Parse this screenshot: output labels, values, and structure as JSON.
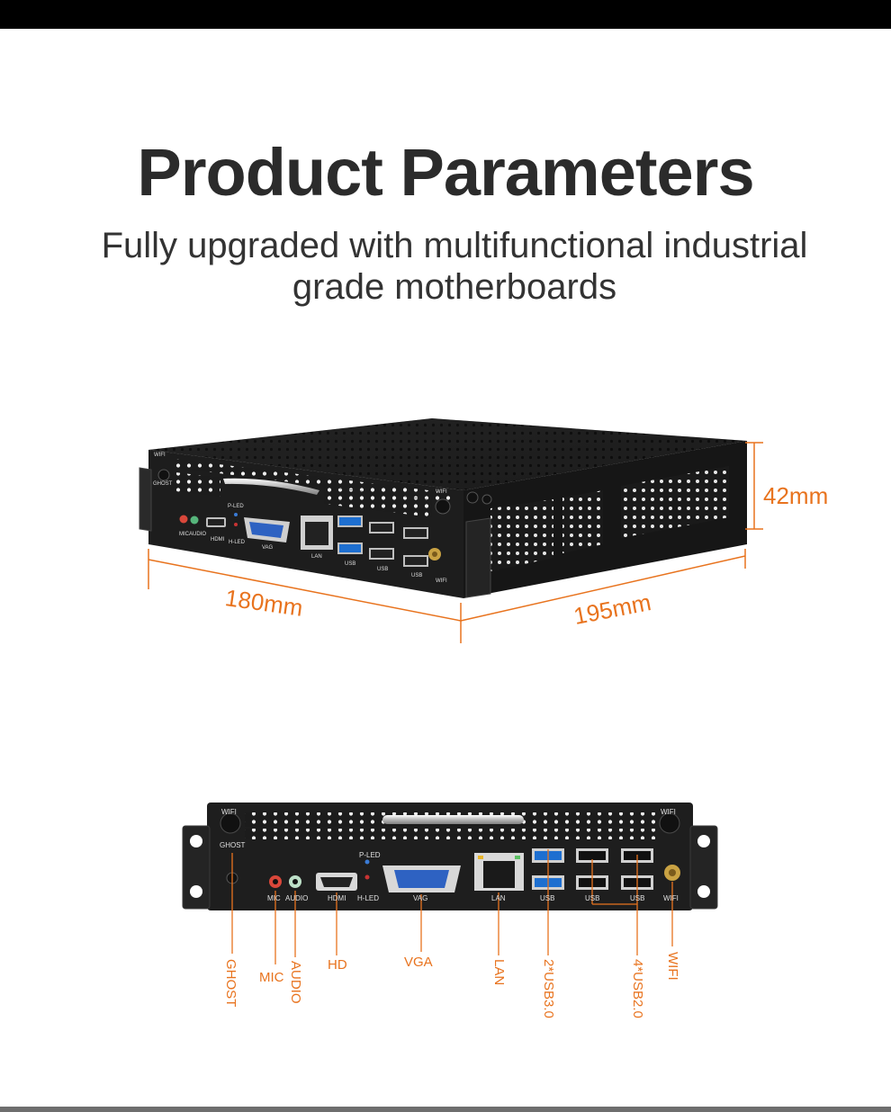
{
  "header": {
    "title": "Product Parameters",
    "subtitle": "Fully upgraded with multifunctional industrial grade motherboards"
  },
  "dimensions": {
    "width": "180mm",
    "depth": "195mm",
    "height": "42mm"
  },
  "device_top_labels": {
    "wifi_left": "WIFI",
    "ghost": "GHOST",
    "p_led": "P-LED",
    "mic": "MIC",
    "audio": "AUDIO",
    "hdmi": "HDMI",
    "h_led": "H-LED",
    "vag": "VAG",
    "lan": "LAN",
    "usb1": "USB",
    "usb2": "USB",
    "usb3": "USB",
    "wifi_mid": "WIFI",
    "wifi_right": "WIFI"
  },
  "device_front_labels": {
    "wifi_left": "WIFI",
    "wifi_right": "WIFI",
    "ghost": "GHOST",
    "p_led": "P-LED",
    "mic": "MIC",
    "audio": "AUDIO",
    "hdmi": "HDMI",
    "h_led": "H-LED",
    "vag": "VAG",
    "lan": "LAN",
    "usb1": "USB",
    "usb2": "USB",
    "usb3": "USB",
    "wifi_port": "WIFI"
  },
  "callouts": {
    "ghost": "GHOST",
    "mic": "MIC",
    "audio": "AUDIO",
    "hd": "HD",
    "vga": "VGA",
    "lan": "LAN",
    "usb3": "2*USB3.0",
    "usb2": "4*USB2.0",
    "wifi": "WIFI"
  },
  "colors": {
    "accent": "#e8731e",
    "chassis": "#1e1e1e",
    "usb3_blue": "#1e6fd0",
    "title": "#2b2b2b"
  }
}
